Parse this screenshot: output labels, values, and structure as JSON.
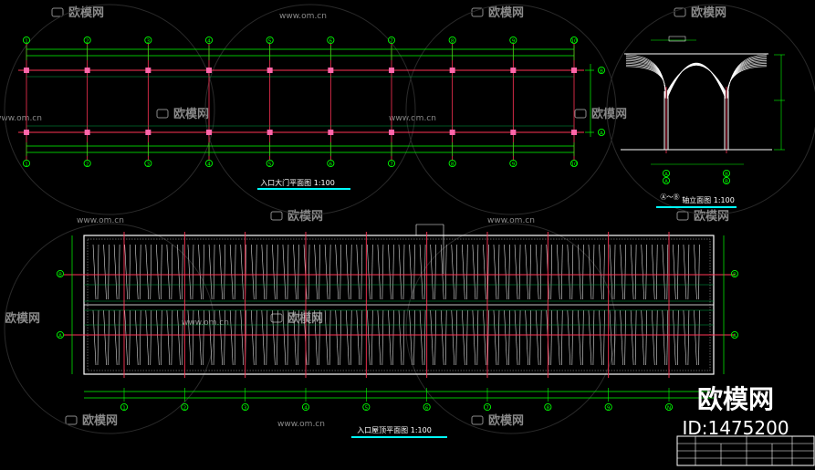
{
  "titles": {
    "plan": "入口大门平面图 1:100",
    "elevation": "轴立面图 1:100",
    "elevation_axes": "Ⓐ～Ⓑ",
    "roof": "入口屋顶平面图 1:100"
  },
  "watermark": {
    "brand": "欧模网",
    "url": "www.om.cn",
    "big_brand": "欧模网",
    "id_text": "ID:1475200"
  },
  "axes": {
    "plan_cols": [
      "1",
      "2",
      "3",
      "4",
      "5",
      "6",
      "7",
      "8",
      "9",
      "10"
    ],
    "plan_rows": [
      "B",
      "A"
    ],
    "elev_cols": [
      "A",
      "B"
    ],
    "roof_cols": [
      "1",
      "2",
      "3",
      "4",
      "5",
      "6",
      "7",
      "8",
      "9",
      "N"
    ],
    "roof_rows": [
      "B",
      "A"
    ]
  },
  "colors": {
    "background": "#000000",
    "dimension": "#00ff00",
    "axis_bubble": "#00ff00",
    "column_line": "#ff3355",
    "structure": "#ffffff",
    "title_underline": "#00ffff",
    "watermark": "#8a8a8a"
  }
}
